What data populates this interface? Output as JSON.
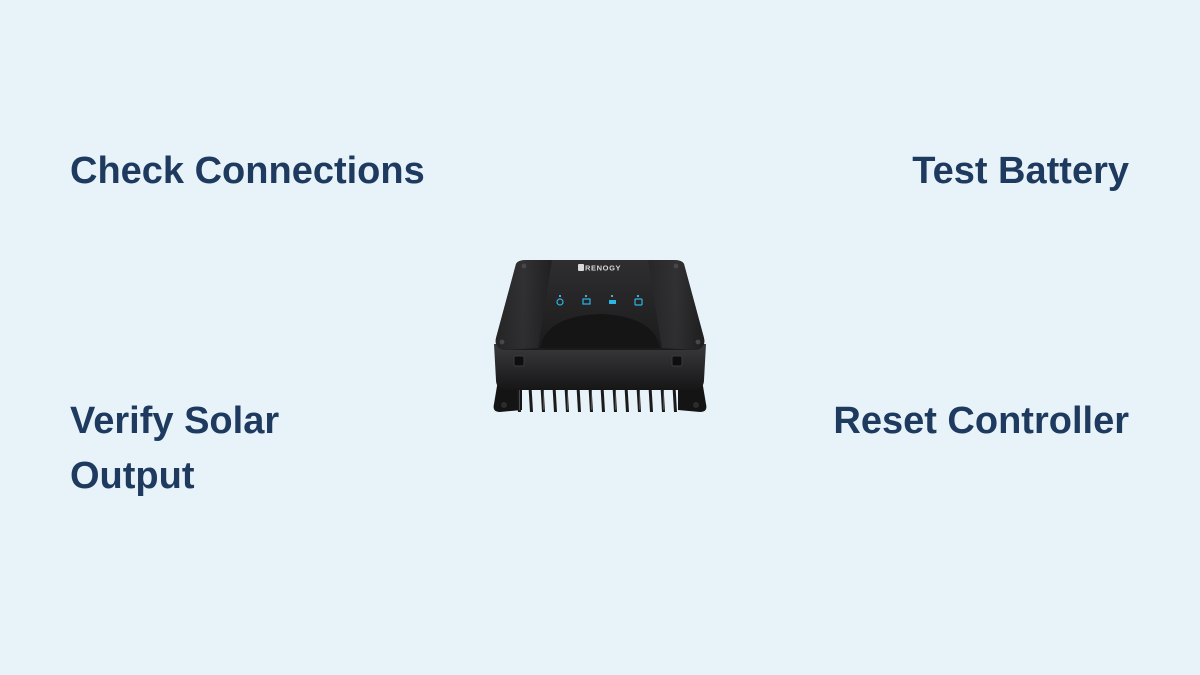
{
  "steps": {
    "top_left": "Check Connections",
    "top_right": "Test Battery",
    "bottom_left": "Verify Solar Output",
    "bottom_right": "Reset Controller"
  },
  "device": {
    "brand": "RENOGY",
    "icon": "solar-charge-controller-icon",
    "indicator_color": "#2bb6e6"
  },
  "colors": {
    "background": "#e8f3f9",
    "heading": "#1e3a5f"
  }
}
